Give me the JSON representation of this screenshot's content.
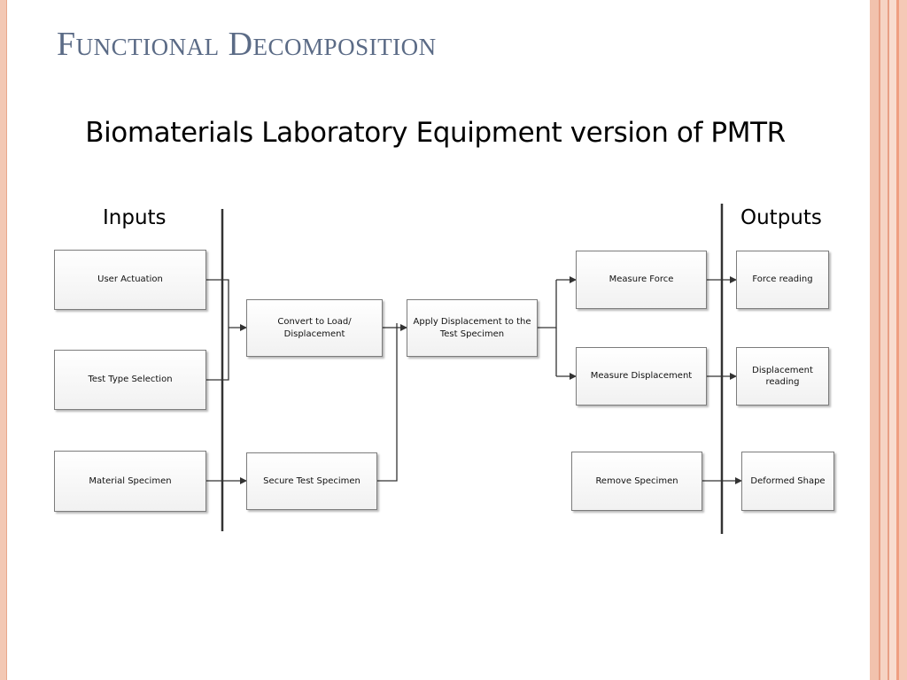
{
  "slide": {
    "title": "Functional Decomposition",
    "subtitle": "Biomaterials Laboratory Equipment version of PMTR"
  },
  "columns": {
    "inputs_label": "Inputs",
    "outputs_label": "Outputs"
  },
  "inputs": [
    "User Actuation",
    "Test Type Selection",
    "Material Specimen"
  ],
  "functions": {
    "convert": "Convert to Load/ Displacement",
    "secure": "Secure Test Specimen",
    "apply": "Apply Displacement to the Test Specimen",
    "measure_force": "Measure Force",
    "measure_displacement": "Measure Displacement",
    "remove": "Remove Specimen"
  },
  "outputs": [
    "Force reading",
    "Displacement reading",
    "Deformed Shape"
  ],
  "colors": {
    "title": "#5b6b86",
    "line": "#333333",
    "accent_stripe": "#e89f84"
  }
}
